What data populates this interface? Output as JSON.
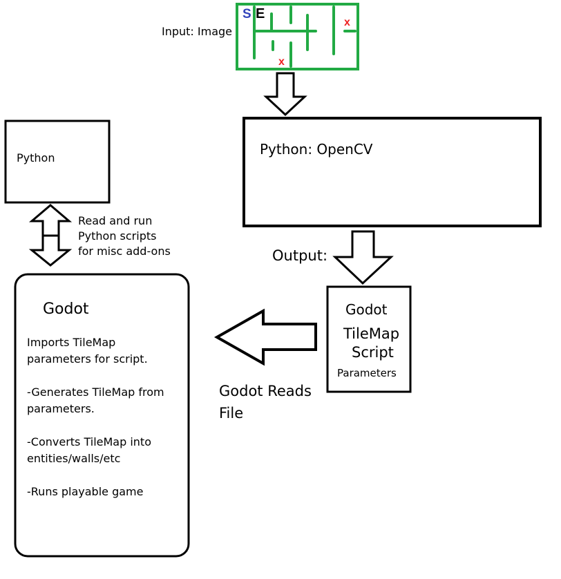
{
  "input": {
    "label": "Input: Image",
    "start_letter": "S",
    "end_letter": "E",
    "goal_mark": "x"
  },
  "opencv": {
    "label": "Python: OpenCV"
  },
  "python": {
    "label": "Python"
  },
  "read_run": {
    "line1": "Read and run",
    "line2": "Python scripts",
    "line3": "for misc add-ons"
  },
  "output": {
    "label": "Output:"
  },
  "tilemap_script": {
    "line1": "Godot",
    "line2": "TileMap",
    "line3": "Script",
    "line4": "Parameters"
  },
  "godot_reads": {
    "line1": "Godot Reads",
    "line2": "File"
  },
  "godot": {
    "title": "Godot",
    "items": [
      "Imports TileMap\nparameters for script.",
      "-Generates TileMap from\nparameters.",
      "-Converts TileMap into\nentities/walls/etc",
      "-Runs playable game"
    ]
  },
  "colors": {
    "maze": "#22aa44",
    "start": "#3344bb",
    "mark": "#ee2222",
    "line": "#000000"
  }
}
